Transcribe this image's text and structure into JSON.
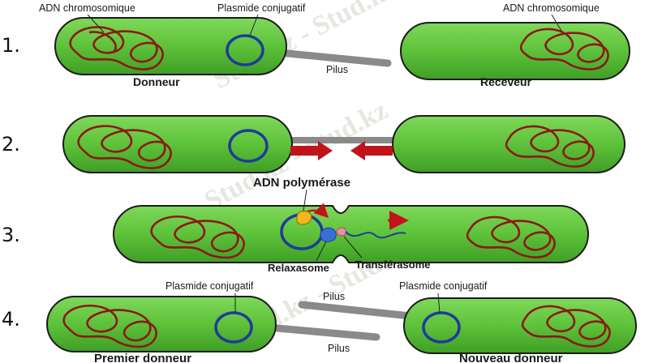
{
  "steps": [
    "1.",
    "2.",
    "3.",
    "4."
  ],
  "labels": {
    "adn_chromosomique_left": "ADN chromosomique",
    "adn_chromosomique_right": "ADN chromosomique",
    "plasmide_conjugatif_top": "Plasmide conjugatif",
    "pilus_1": "Pilus",
    "donneur": "Donneur",
    "receveur": "Receveur",
    "adn_polymerase": "ADN polymérase",
    "relaxasome": "Relaxasome",
    "transferasome": "Transférasome",
    "plasmide_conjugatif_4_left": "Plasmide conjugatif",
    "plasmide_conjugatif_4_right": "Plasmide conjugatif",
    "pilus_4_top": "Pilus",
    "pilus_4_bottom": "Pilus",
    "premier_donneur": "Premier donneur",
    "nouveau_donneur": "Nouveau donneur"
  },
  "watermark": "Stud.kz - Stud.kz",
  "colors": {
    "cell_fill": "#5ec23a",
    "cell_stroke": "#1b1b1b",
    "dna": "#8b1a12",
    "plasmid": "#1d3c9a",
    "pilus": "#8a8a8a",
    "arrow": "#c0141a",
    "polymerase": "#f2b71e",
    "relaxasome": "#3a6fd6",
    "transferasome": "#e98fa0"
  }
}
